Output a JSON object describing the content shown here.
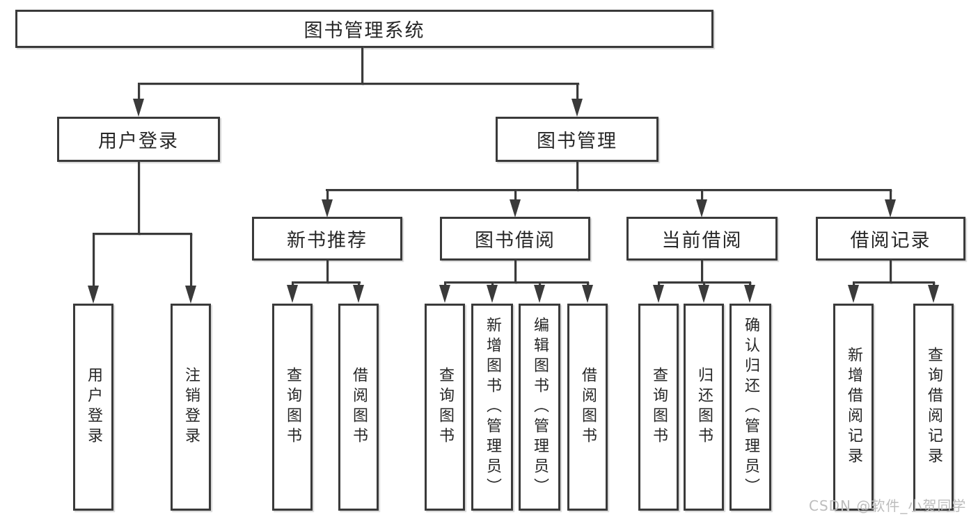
{
  "diagram_title": "图书管理系统",
  "tree": {
    "root": {
      "label": "图书管理系统",
      "children": [
        {
          "label": "用户登录",
          "children": [
            {
              "label": "用户登录"
            },
            {
              "label": "注销登录"
            }
          ]
        },
        {
          "label": "图书管理",
          "children": [
            {
              "label": "新书推荐",
              "children": [
                {
                  "label": "查询图书"
                },
                {
                  "label": "借阅图书"
                }
              ]
            },
            {
              "label": "图书借阅",
              "children": [
                {
                  "label": "查询图书"
                },
                {
                  "label": "新增图书（管理员）"
                },
                {
                  "label": "编辑图书（管理员）"
                },
                {
                  "label": "借阅图书"
                }
              ]
            },
            {
              "label": "当前借阅",
              "children": [
                {
                  "label": "查询图书"
                },
                {
                  "label": "归还图书"
                },
                {
                  "label": "确认归还（管理员）"
                }
              ]
            },
            {
              "label": "借阅记录",
              "children": [
                {
                  "label": "新增借阅记录"
                },
                {
                  "label": "查询借阅记录"
                }
              ]
            }
          ]
        }
      ]
    }
  },
  "watermark": "CSDN @软件_小贺同学",
  "colors": {
    "line": "#3a3a3a",
    "text": "#262626",
    "background": "#ffffff",
    "watermark": "#bdbdbd"
  }
}
